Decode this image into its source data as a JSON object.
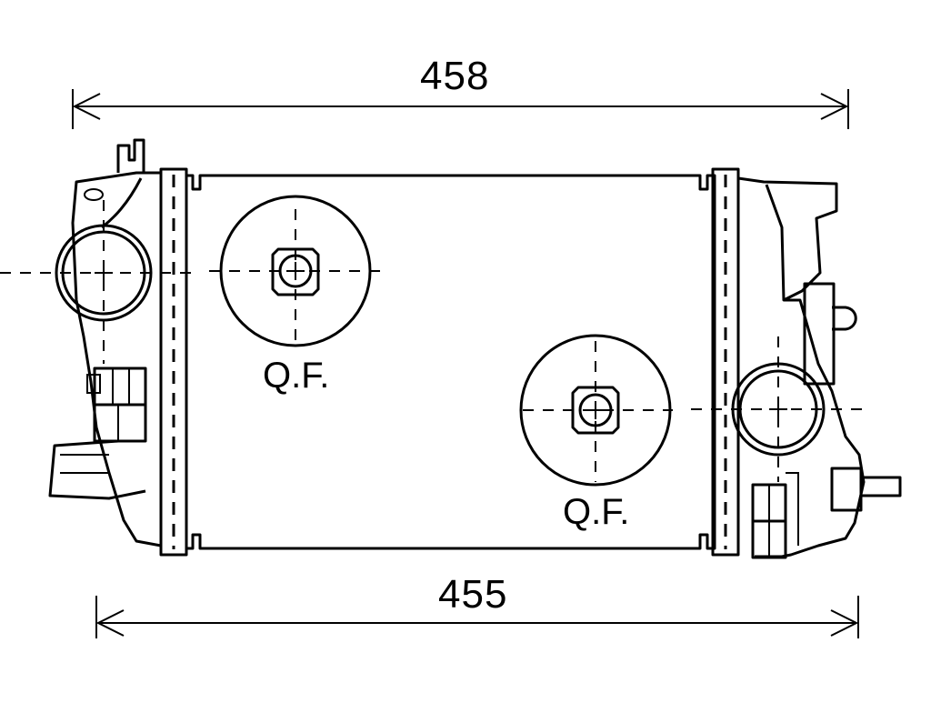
{
  "dimensions": {
    "top": "458",
    "bottom": "455"
  },
  "callouts": {
    "upper": "Q.F.",
    "lower": "Q.F."
  },
  "colors": {
    "line": "#000000",
    "background": "#ffffff"
  }
}
